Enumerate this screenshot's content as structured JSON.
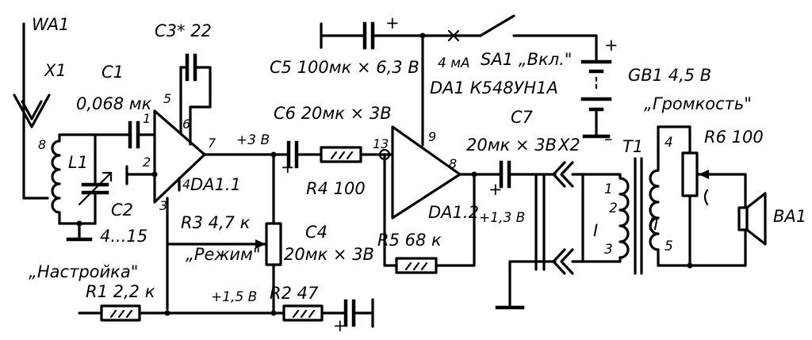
{
  "labels": {
    "wa1": "WA1",
    "x1": "X1",
    "l1": "L1",
    "c1_ref": "C1",
    "c1_val": "0,068 мк",
    "c2_ref": "C2",
    "c2_val": "4...15",
    "c3": "C3* 22",
    "da1_1": "DA1.1",
    "r3": "R3  4,7 к",
    "r1": "R1  2,2 к",
    "r2": "R2  47",
    "c4_ref": "C4",
    "c4_val": "20мк × 3В",
    "c5": "C5  100мк × 6,3 В",
    "c6": "C6  20мк × 3В",
    "r4": "R4  100",
    "r5": "R5  68 к",
    "c7_ref": "C7",
    "c7_val": "20мк × 3В",
    "da1_2": "DA1.2",
    "current": "4 мА",
    "sa1": "SA1 „Вкл.\"",
    "da1": "DA1  К548УН1А",
    "gb1": "GB1  4,5 В",
    "x2": "X2",
    "t1": "T1",
    "r6": "R6  100",
    "ba1": "BA1",
    "tuning": "„Настройка\"",
    "mode": "„Режим\"",
    "volume": "„Громкость\"",
    "v3_a": "+3 В",
    "v13": "+1,3 В",
    "v15": "+1,5 В",
    "wind_1": "1",
    "wind_2": "2",
    "wind_3": "3",
    "wind_I": "I",
    "wind_II": "II",
    "wind_4": "4",
    "wind_5": "5",
    "pin_8a": "8",
    "pin_1": "1",
    "pin_2": "2",
    "pin_3": "3",
    "pin_4": "4",
    "pin_5": "5",
    "pin_6": "6",
    "pin_7": "7",
    "pin_8": "8",
    "pin_9": "9",
    "pin_13": "13",
    "plus": "+",
    "minus": "–"
  }
}
